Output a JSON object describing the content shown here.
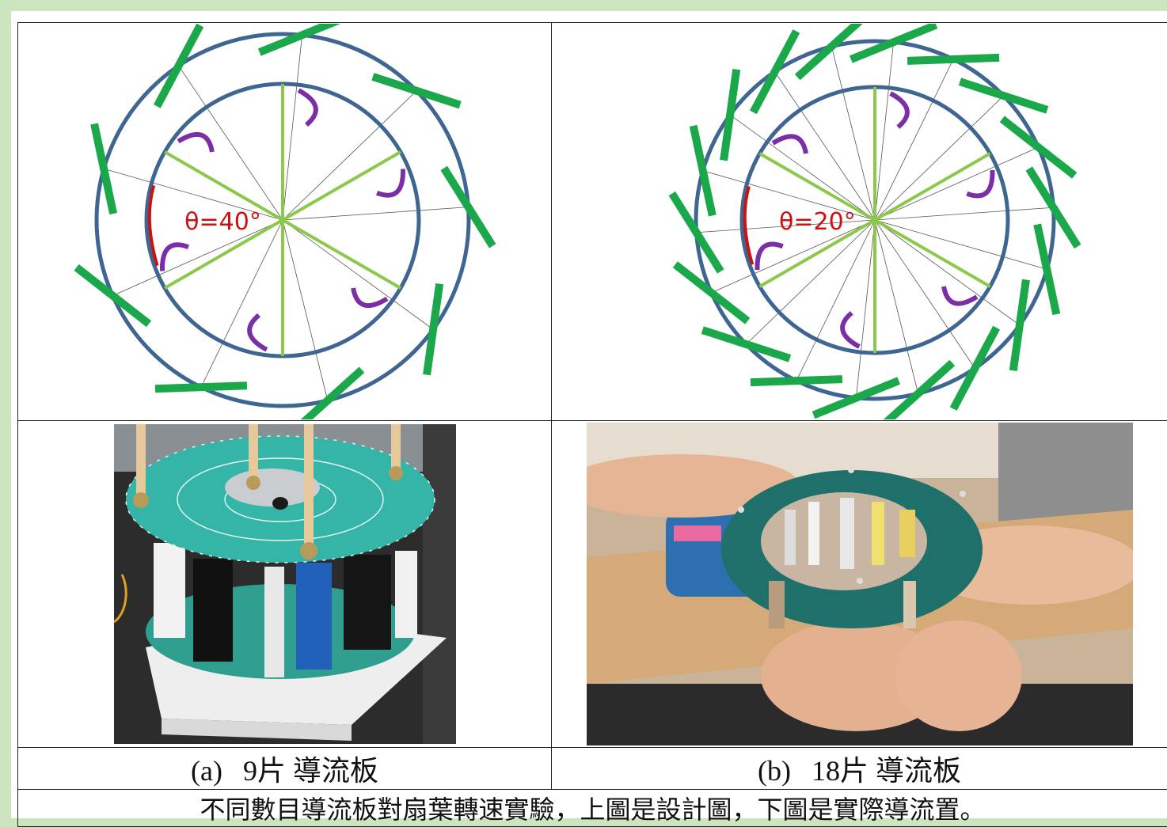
{
  "figure": {
    "panel_a": {
      "angle_label": "θ=40°",
      "caption_letter": "(a)",
      "caption_text": "9片 導流板"
    },
    "panel_b": {
      "angle_label": "θ=20°",
      "caption_letter": "(b)",
      "caption_text": "18片 導流板"
    },
    "note": "不同數目導流板對扇葉轉速實驗，上圖是設計圖，下圖是實際導流置。"
  },
  "colors": {
    "page_background": "#cde5bf",
    "ring_blue": "#3f6592",
    "guide_vane_green": "#1aa84a",
    "spoke_light_green": "#8cc84b",
    "arc_purple": "#7b2fa6",
    "angle_red": "#cc1111"
  }
}
